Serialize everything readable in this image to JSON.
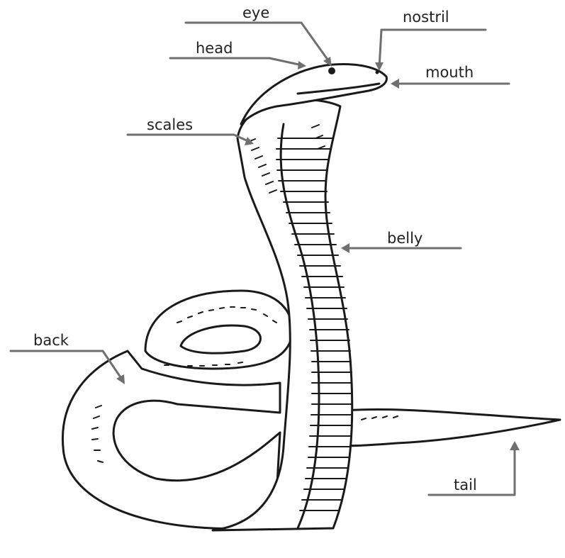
{
  "labels": {
    "eye": "eye",
    "nostril": "nostril",
    "head": "head",
    "mouth": "mouth",
    "scales": "scales",
    "belly": "belly",
    "back": "back",
    "tail": "tail"
  },
  "colors": {
    "ink": "#1a1a1a",
    "leader": "#6f6f6f",
    "background": "#ffffff"
  }
}
